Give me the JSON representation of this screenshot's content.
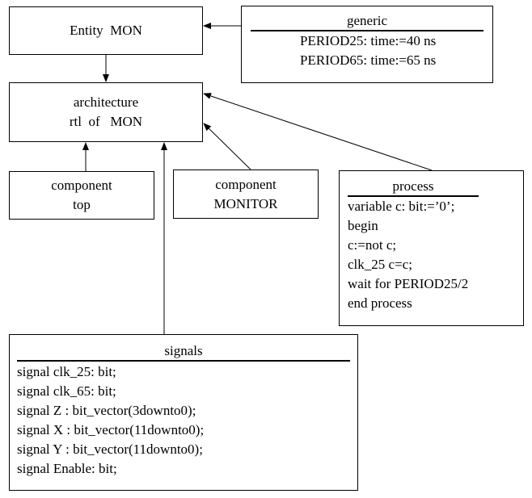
{
  "entity_box": {
    "lines": [
      "Entity  MON"
    ]
  },
  "generic_box": {
    "header": "generic",
    "lines": [
      "PERIOD25: time:=40 ns",
      "PERIOD65: time:=65 ns"
    ]
  },
  "architecture_box": {
    "lines": [
      "architecture",
      "rtl  of   MON"
    ]
  },
  "component_top_box": {
    "lines": [
      "component",
      "top"
    ]
  },
  "component_monitor_box": {
    "lines": [
      "component",
      "MONITOR"
    ]
  },
  "process_box": {
    "header": "process",
    "lines": [
      "variable c: bit:=’0’;",
      "begin",
      "c:=not c;",
      "clk_25 c=c;",
      "wait for PERIOD25/2",
      "end process"
    ]
  },
  "signals_box": {
    "header": "signals",
    "lines": [
      "signal clk_25: bit;",
      "signal clk_65: bit;",
      "signal Z : bit_vector(3downto0);",
      "signal X : bit_vector(11downto0);",
      "signal Y : bit_vector(11downto0);",
      "signal Enable: bit;"
    ]
  }
}
